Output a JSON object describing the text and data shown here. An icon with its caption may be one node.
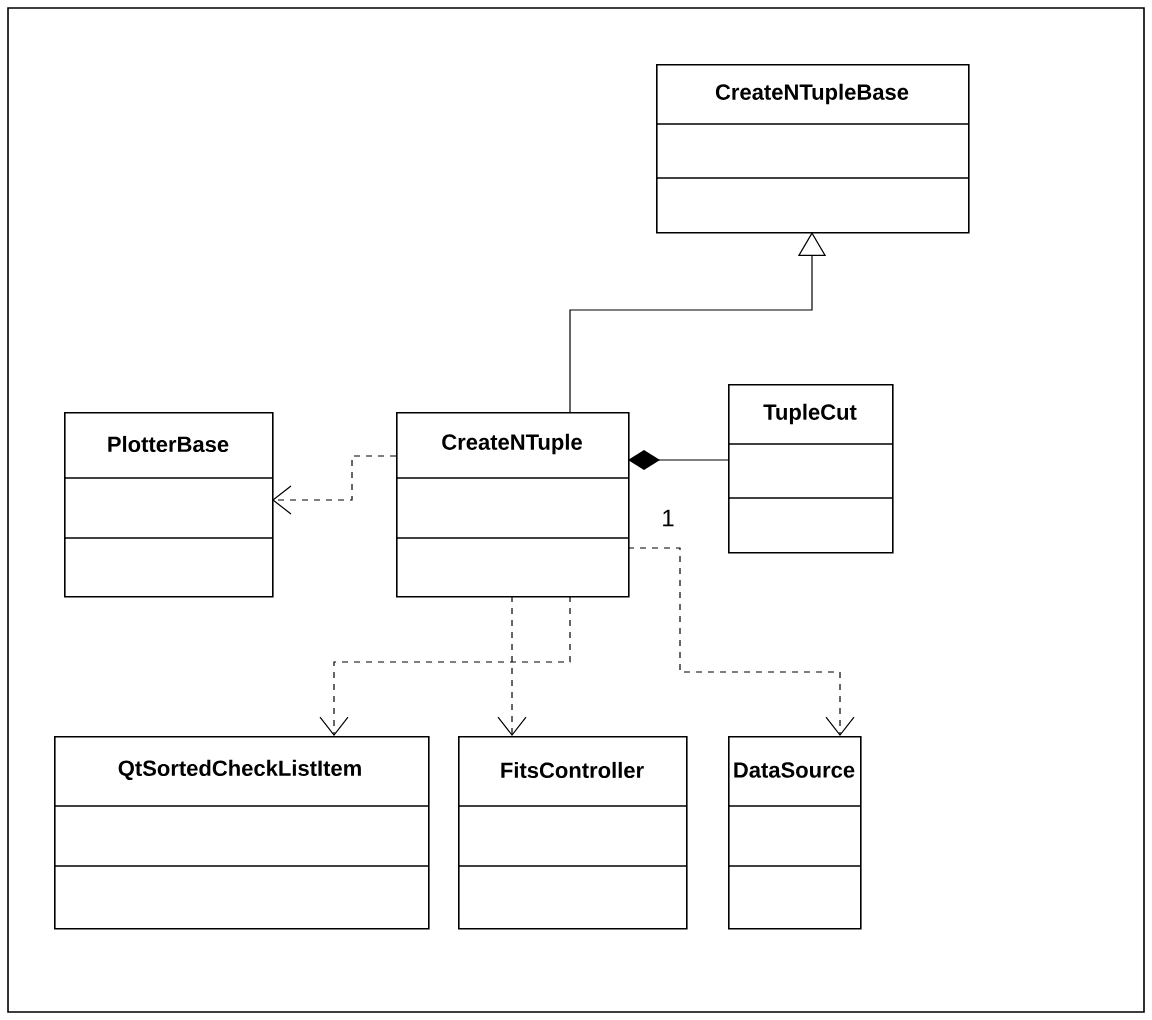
{
  "diagram": {
    "nodes": [
      {
        "text": [
          "CreateNTupleBase"
        ]
      },
      {
        "text": [
          "PlotterBase"
        ]
      },
      {
        "text": [
          "CreateNTuple"
        ]
      },
      {
        "text": [
          "TupleCut"
        ]
      },
      {
        "text": [
          "QtSortedCheckListItem"
        ]
      },
      {
        "text": [
          "FitsController"
        ]
      },
      {
        "text": [
          "DataSource"
        ]
      }
    ],
    "edges": [
      {
        "from": 2,
        "to": 0,
        "arrow": "to"
      },
      {
        "from": 2,
        "to": 1,
        "arrow": "to",
        "style": "dashed"
      },
      {
        "from": 2,
        "to": 3,
        "arrow": "other"
      },
      {
        "from": 2,
        "to": 4,
        "arrow": "to",
        "style": "dashed"
      },
      {
        "from": 2,
        "to": 5,
        "arrow": "to",
        "style": "dashed"
      },
      {
        "from": 2,
        "to": 6,
        "arrow": "to",
        "style": "dashed"
      }
    ],
    "labels": [
      "1"
    ]
  }
}
